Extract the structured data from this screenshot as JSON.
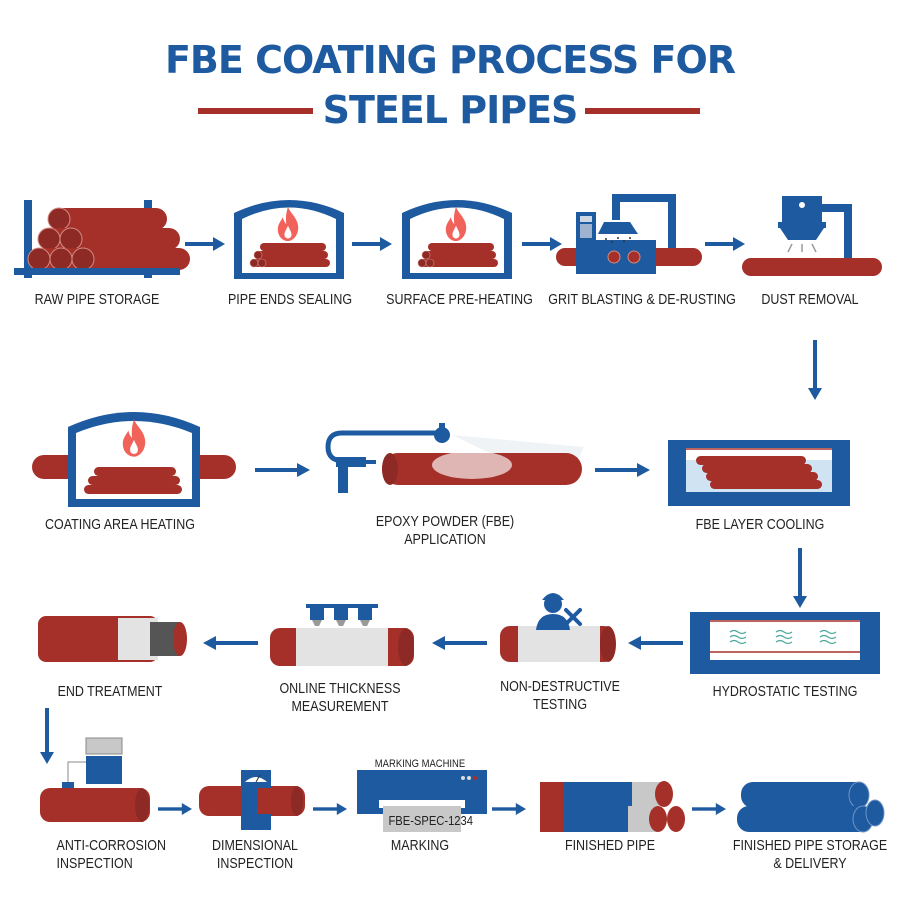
{
  "title": {
    "line1": "FBE COATING PROCESS FOR",
    "line2": "STEEL PIPES"
  },
  "colors": {
    "blue": "#1e5aa0",
    "red": "#a5302a",
    "flame": "#f0625a",
    "coating": "#e3e3e3"
  },
  "steps": [
    {
      "id": 1,
      "label": "RAW PIPE STORAGE",
      "icon": "pipe-rack-icon"
    },
    {
      "id": 2,
      "label": "PIPE ENDS SEALING",
      "icon": "furnace-icon"
    },
    {
      "id": 3,
      "label": "SURFACE PRE-HEATING",
      "icon": "furnace-icon"
    },
    {
      "id": 4,
      "label": "GRIT BLASTING & DE-RUSTING",
      "icon": "blasting-machine-icon"
    },
    {
      "id": 5,
      "label": "DUST REMOVAL",
      "icon": "dust-collector-icon"
    },
    {
      "id": 6,
      "label": "COATING AREA HEATING",
      "icon": "induction-furnace-icon"
    },
    {
      "id": 7,
      "label": "EPOXY POWDER (FBE)",
      "label2": "APPLICATION",
      "icon": "spray-gun-icon"
    },
    {
      "id": 8,
      "label": "FBE LAYER COOLING",
      "icon": "cooling-tank-icon"
    },
    {
      "id": 9,
      "label": "HYDROSTATIC TESTING",
      "icon": "water-tank-icon"
    },
    {
      "id": 10,
      "label": "NON-DESTRUCTIVE",
      "label2": "TESTING",
      "icon": "inspector-icon"
    },
    {
      "id": 11,
      "label": "ONLINE THICKNESS",
      "label2": "MEASUREMENT",
      "icon": "thickness-sensor-icon"
    },
    {
      "id": 12,
      "label": "END TREATMENT",
      "icon": "pipe-end-icon"
    },
    {
      "id": 13,
      "label": "ANTI-CORROSION",
      "label2": "INSPECTION",
      "icon": "holiday-detector-icon"
    },
    {
      "id": 14,
      "label": "DIMENSIONAL",
      "label2": "INSPECTION",
      "icon": "gauge-icon"
    },
    {
      "id": 15,
      "label": "MARKING",
      "icon": "marking-machine-icon",
      "machine_label": "MARKING MACHINE",
      "stamp_text": "FBE-SPEC-1234"
    },
    {
      "id": 16,
      "label": "FINISHED PIPE",
      "icon": "coated-pipes-icon"
    },
    {
      "id": 17,
      "label": "FINISHED PIPE STORAGE",
      "label2": "& DELIVERY",
      "icon": "pipe-stack-icon"
    }
  ]
}
